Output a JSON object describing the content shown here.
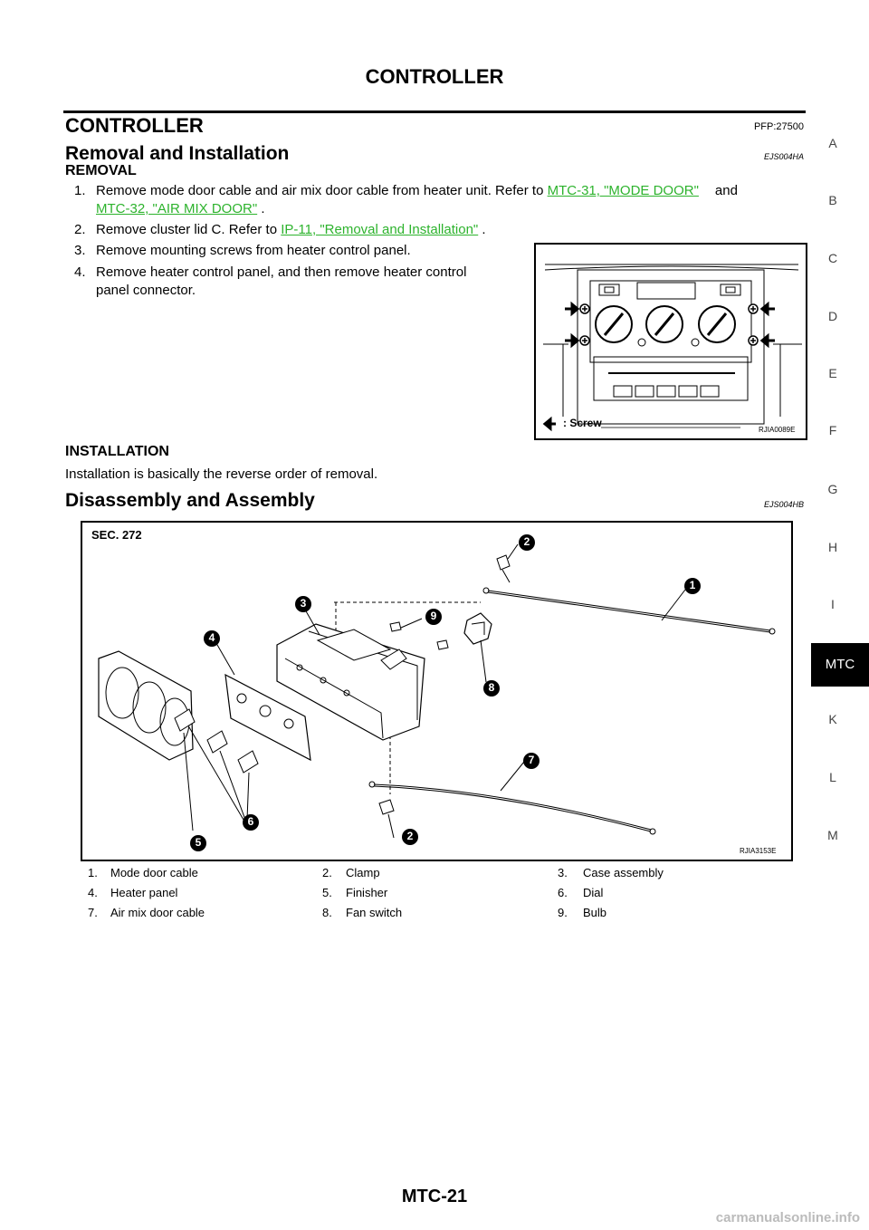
{
  "header": {
    "title": "CONTROLLER"
  },
  "section": {
    "title": "CONTROLLER",
    "pfp": "PFP:27500"
  },
  "removal_installation": {
    "heading": "Removal and Installation",
    "code": "EJS004HA",
    "removal_heading": "REMOVAL",
    "steps": [
      {
        "num": "1.",
        "pre": "Remove mode door cable and air mix door cable from heater unit. Refer to ",
        "link1": "MTC-31, \"MODE DOOR\"",
        "mid": "and",
        "link2": "MTC-32, \"AIR MIX DOOR\"",
        "post": " ."
      },
      {
        "num": "2.",
        "pre": "Remove cluster lid C. Refer to ",
        "link1": "IP-11, \"Removal and Installation\"",
        "post": " ."
      },
      {
        "num": "3.",
        "text": "Remove mounting screws from heater control panel."
      },
      {
        "num": "4.",
        "line1": "Remove heater control panel, and then remove heater control",
        "line2": "panel connector."
      }
    ],
    "figure": {
      "legend_label": ": Screw",
      "code": "RJIA0089E"
    },
    "installation_heading": "INSTALLATION",
    "installation_text": "Installation is basically the reverse order of removal."
  },
  "disassembly": {
    "heading": "Disassembly and Assembly",
    "code": "EJS004HB",
    "figure": {
      "sec_label": "SEC. 272",
      "code": "RJIA3153E",
      "callouts": [
        "1",
        "2",
        "3",
        "4",
        "5",
        "6",
        "7",
        "8",
        "9"
      ]
    },
    "legend": [
      [
        "1.",
        "Mode door cable",
        "2.",
        "Clamp",
        "3.",
        "Case assembly"
      ],
      [
        "4.",
        "Heater panel",
        "5.",
        "Finisher",
        "6.",
        "Dial"
      ],
      [
        "7.",
        "Air mix door cable",
        "8.",
        "Fan switch",
        "9.",
        "Bulb"
      ]
    ]
  },
  "sidebar": {
    "letters": [
      "A",
      "B",
      "C",
      "D",
      "E",
      "F",
      "G",
      "H",
      "I",
      "K",
      "L",
      "M"
    ],
    "active_tab": "MTC"
  },
  "footer": {
    "page_number": "MTC-21",
    "watermark": "carmanualsonline.info"
  },
  "colors": {
    "link": "#2db32d",
    "tab_bg": "#000000"
  }
}
